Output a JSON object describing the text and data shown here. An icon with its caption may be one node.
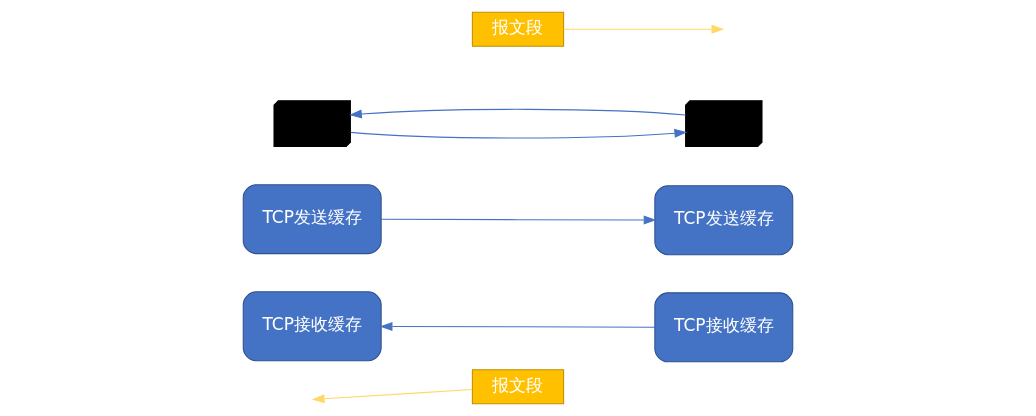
{
  "diagram": {
    "nodes": [
      {
        "text": [],
        "shape": "computer"
      },
      {
        "text": [],
        "shape": "computer"
      },
      {
        "text": [
          "TCP发送缓存"
        ]
      },
      {
        "text": [
          "TCP发送缓存"
        ]
      },
      {
        "text": [
          "TCP接收缓存"
        ]
      },
      {
        "text": [
          "TCP接收缓存"
        ]
      },
      {
        "text": [
          "报文段"
        ]
      },
      {
        "text": [
          "报文段"
        ]
      }
    ],
    "edges": [
      {
        "from": 0,
        "to": 1,
        "arrow": "to"
      },
      {
        "from": 1,
        "to": 0,
        "arrow": "to"
      },
      {
        "from": 2,
        "to": 3,
        "arrow": "to"
      },
      {
        "from": 5,
        "to": 4,
        "arrow": "to"
      },
      {
        "from": 6,
        "to": null,
        "arrow": "to",
        "color": "#ffd966"
      },
      {
        "from": 7,
        "to": null,
        "arrow": "to",
        "color": "#ffd966"
      }
    ]
  }
}
